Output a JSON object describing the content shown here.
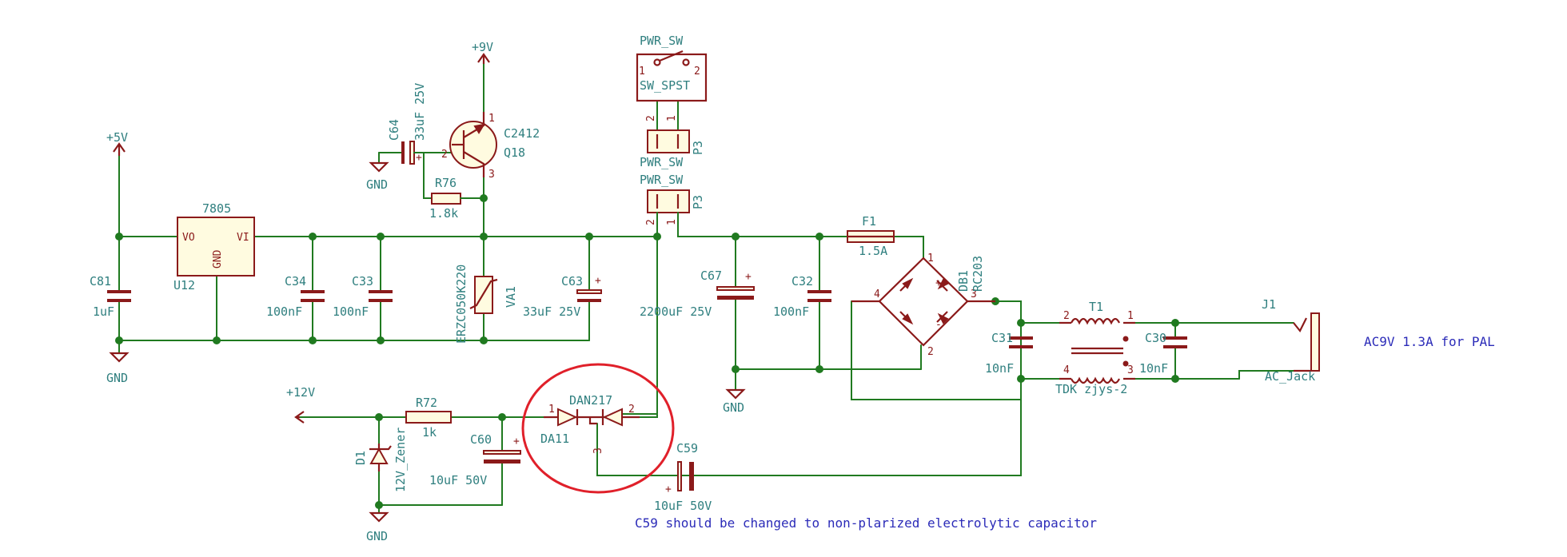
{
  "power": {
    "plus5v": "+5V",
    "plus9v": "+9V",
    "plus12v": "+12V",
    "gnd": "GND"
  },
  "components": {
    "u12": {
      "name": "7805",
      "ref": "U12",
      "vo": "VO",
      "vi": "VI",
      "gnd": "GND"
    },
    "c81": {
      "ref": "C81",
      "value": "1uF"
    },
    "c34": {
      "ref": "C34",
      "value": "100nF"
    },
    "c33": {
      "ref": "C33",
      "value": "100nF"
    },
    "c64": {
      "ref": "C64",
      "value": "33uF 25V"
    },
    "q18": {
      "name": "C2412",
      "ref": "Q18"
    },
    "r76": {
      "ref": "R76",
      "value": "1.8k"
    },
    "va1": {
      "ref": "VA1",
      "value": "ERZC050K220"
    },
    "c63": {
      "ref": "C63",
      "value": "33uF 25V"
    },
    "sw": {
      "name": "PWR_SW",
      "type": "SW_SPST"
    },
    "p3a": {
      "net": "PWR_SW",
      "ref": "P3"
    },
    "p3b": {
      "net": "PWR_SW",
      "ref": "P3"
    },
    "c67": {
      "ref": "C67",
      "value": "2200uF 25V"
    },
    "c32": {
      "ref": "C32",
      "value": "100nF"
    },
    "f1": {
      "ref": "F1",
      "value": "1.5A"
    },
    "db1": {
      "ref": "DB1",
      "value": "RC203"
    },
    "c31": {
      "ref": "C31",
      "value": "10nF"
    },
    "t1": {
      "ref": "T1",
      "value": "TDK zjys-2"
    },
    "c30": {
      "ref": "C30",
      "value": "10nF"
    },
    "j1": {
      "ref": "J1",
      "value": "AC_Jack"
    },
    "r72": {
      "ref": "R72",
      "value": "1k"
    },
    "d1": {
      "ref": "D1",
      "value": "12V_Zener"
    },
    "c60": {
      "ref": "C60",
      "value": "10uF 50V"
    },
    "da11": {
      "name": "DAN217",
      "ref": "DA11"
    },
    "c59": {
      "ref": "C59",
      "value": "10uF 50V"
    }
  },
  "notes": {
    "ac_input": "AC9V 1.3A for PAL",
    "c59_note": "C59 should be changed to non-plarized electrolytic capacitor"
  },
  "pins": {
    "p1": "1",
    "p2": "2",
    "p3": "3",
    "p4": "4",
    "plus": "+",
    "minus": "-"
  }
}
